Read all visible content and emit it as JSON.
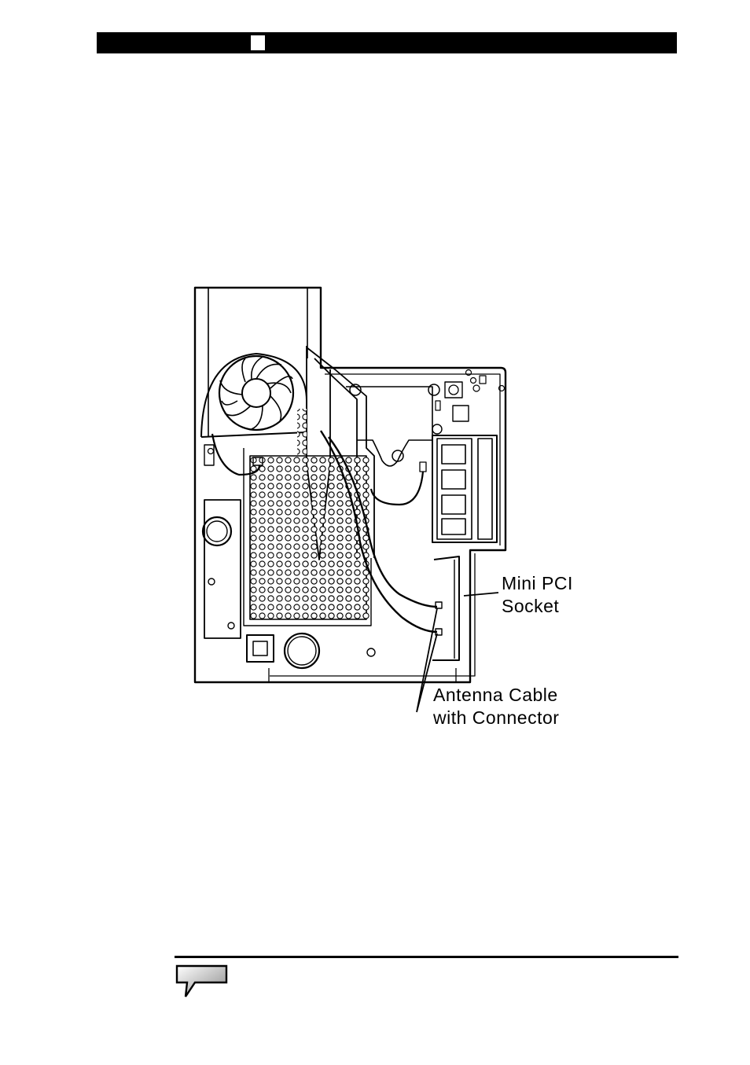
{
  "figure": {
    "callouts": {
      "mini_pci": [
        "Mini PCI",
        "Socket"
      ],
      "antenna": [
        "Antenna Cable",
        "with Connector"
      ]
    }
  },
  "icons": {
    "header_marker": "square-icon",
    "note": "speech-bubble-icon"
  },
  "colors": {
    "ink": "#000000",
    "paper": "#ffffff"
  }
}
